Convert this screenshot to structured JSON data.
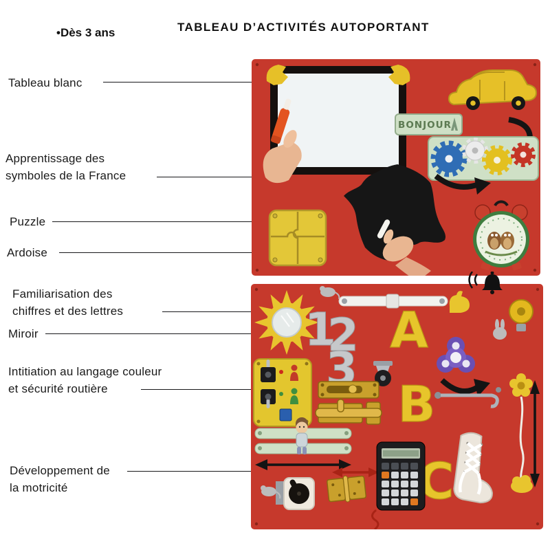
{
  "page": {
    "title": "TABLEAU D’ACTIVITÉS AUTOPORTANT",
    "age": "•Dès 3 ans"
  },
  "labels": [
    {
      "id": "tableau-blanc",
      "lines": [
        "Tableau blanc"
      ]
    },
    {
      "id": "symboles-france",
      "lines": [
        "Apprentissage des",
        "symboles de la France"
      ]
    },
    {
      "id": "puzzle",
      "lines": [
        "Puzzle"
      ]
    },
    {
      "id": "ardoise",
      "lines": [
        "Ardoise"
      ]
    },
    {
      "id": "chiffres-lettres",
      "lines": [
        "Familiarisation des",
        "chiffres et des lettres"
      ]
    },
    {
      "id": "miroir",
      "lines": [
        "Miroir"
      ]
    },
    {
      "id": "securite",
      "lines": [
        "Intitiation au langage couleur",
        "et sécurité routière"
      ]
    },
    {
      "id": "motricite",
      "lines": [
        "Développement de",
        "la motricité"
      ]
    }
  ],
  "board_top": {
    "bonjour": "BONJOUR"
  },
  "board_bottom": {
    "numbers": [
      "1",
      "2",
      "3"
    ],
    "letters": [
      "A",
      "B",
      "C"
    ]
  },
  "colors": {
    "board_red": "#c6392c",
    "wood_yellow": "#e6c028",
    "mint_green": "#cfe0c6",
    "brass_gold": "#c9a02c"
  }
}
